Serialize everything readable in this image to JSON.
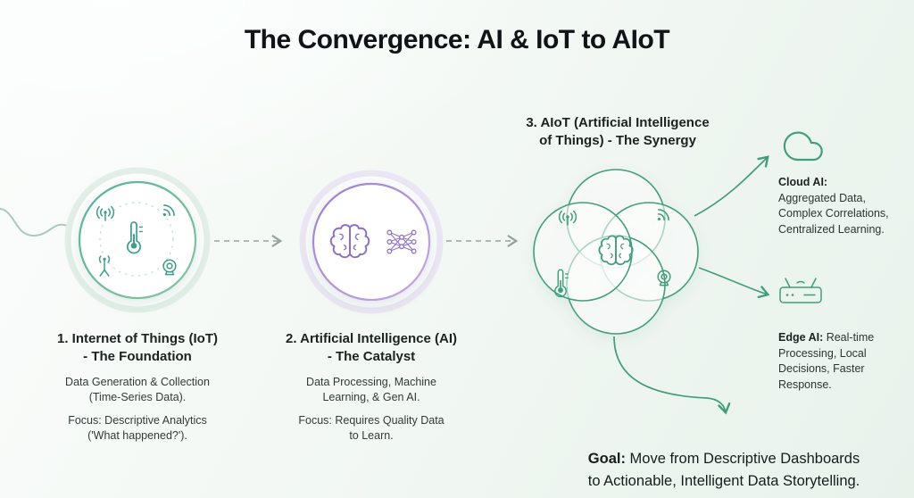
{
  "title": "The Convergence: AI & IoT to AIoT",
  "nodes": {
    "iot": {
      "heading": "1. Internet of Things (IoT)\n- The Foundation",
      "body1": "Data Generation & Collection\n(Time-Series Data).",
      "body2": "Focus: Descriptive Analytics\n('What happened?')."
    },
    "ai": {
      "heading": "2. Artificial Intelligence (AI)\n- The Catalyst",
      "body1": "Data Processing, Machine\nLearning, & Gen AI.",
      "body2": "Focus: Requires Quality Data\nto Learn."
    },
    "aiot": {
      "heading": "3. AIoT (Artificial Intelligence\nof Things) - The Synergy"
    }
  },
  "outputs": {
    "cloud": {
      "title": "Cloud AI:",
      "body": "Aggregated Data,\nComplex Correlations,\nCentralized Learning."
    },
    "edge": {
      "title": "Edge AI:",
      "body": " Real-time\nProcessing, Local\nDecisions, Faster\nResponse."
    }
  },
  "goal": {
    "prefix": "Goal:",
    "text": " Move from Descriptive Dashboards\nto Actionable, Intelligent Data Storytelling."
  },
  "colors": {
    "teal": "#3BA08B",
    "green": "#3F9F7B",
    "purple": "#8F6FC9",
    "arrow_gray": "#97A3A0",
    "text_dark": "#1B2220"
  },
  "icons": {
    "iot_circle": [
      "broadcast-icon",
      "wifi-icon",
      "thermometer-icon",
      "antenna-tower-icon",
      "webcam-icon"
    ],
    "ai_circle": [
      "brain-icon",
      "neural-network-icon"
    ],
    "aiot_venn": [
      "brain-icon",
      "broadcast-icon",
      "wifi-icon",
      "thermometer-icon",
      "webcam-icon"
    ],
    "outputs": [
      "cloud-icon",
      "edge-device-icon"
    ]
  }
}
